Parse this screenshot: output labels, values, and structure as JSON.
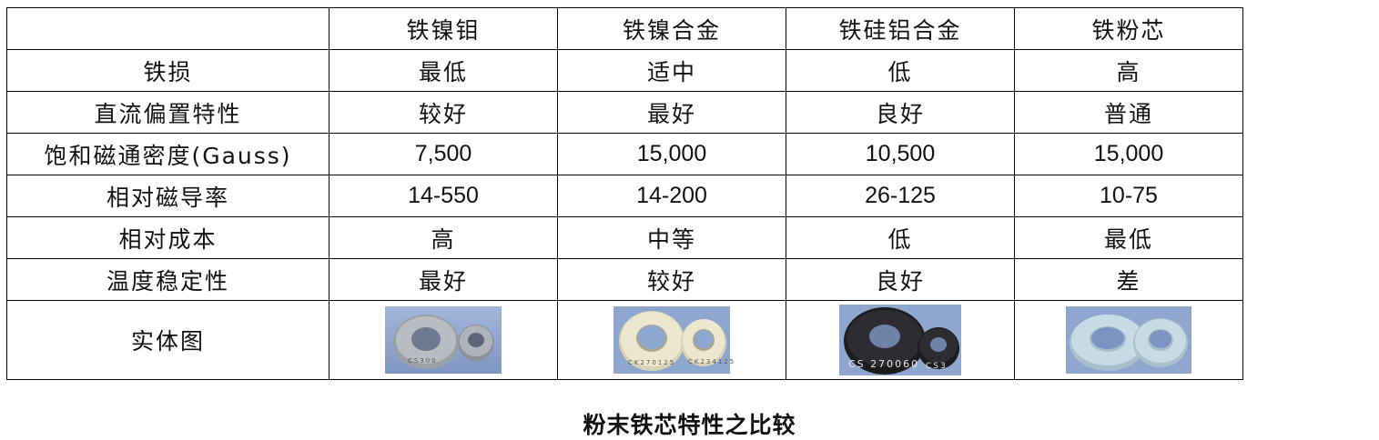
{
  "table": {
    "header": [
      "",
      "铁镍钼",
      "铁镍合金",
      "铁硅铝合金",
      "铁粉芯"
    ],
    "rows": [
      {
        "label": "铁损",
        "values": [
          "最低",
          "适中",
          "低",
          "高"
        ]
      },
      {
        "label": "直流偏置特性",
        "values": [
          "较好",
          "最好",
          "良好",
          "普通"
        ]
      },
      {
        "label": "饱和磁通密度(Gauss)",
        "values": [
          "7,500",
          "15,000",
          "10,500",
          "15,000"
        ]
      },
      {
        "label": "相对磁导率",
        "values": [
          "14-550",
          "14-200",
          "26-125",
          "10-75"
        ]
      },
      {
        "label": "相对成本",
        "values": [
          "高",
          "中等",
          "低",
          "最低"
        ]
      },
      {
        "label": "温度稳定性",
        "values": [
          "最好",
          "较好",
          "良好",
          "差"
        ]
      }
    ],
    "image_row_label": "实体图",
    "images": [
      {
        "name": "gray-toroid-cores-photo",
        "colors": {
          "bg": "#8fa6cf",
          "core": "#9c9fa6",
          "hole": "#6e7890"
        },
        "markings": [
          "CS300",
          ""
        ]
      },
      {
        "name": "cream-toroid-cores-photo",
        "colors": {
          "bg": "#8fa6cf",
          "core": "#ece8cf",
          "hole": "#8fa6cf"
        },
        "markings": [
          "CK270125",
          "CK234125"
        ]
      },
      {
        "name": "black-toroid-cores-photo",
        "colors": {
          "bg": "#8fa6cf",
          "core": "#1c1c1f",
          "hole": "#6f82a8"
        },
        "markings": [
          "CS 270060",
          "CS3"
        ]
      },
      {
        "name": "blue-toroid-cores-photo",
        "colors": {
          "bg": "#8fa6cf",
          "core": "#c7dbe4",
          "hole": "#7d94c2"
        },
        "markings": [
          "",
          ""
        ]
      }
    ]
  },
  "caption": "粉末铁芯特性之比较"
}
